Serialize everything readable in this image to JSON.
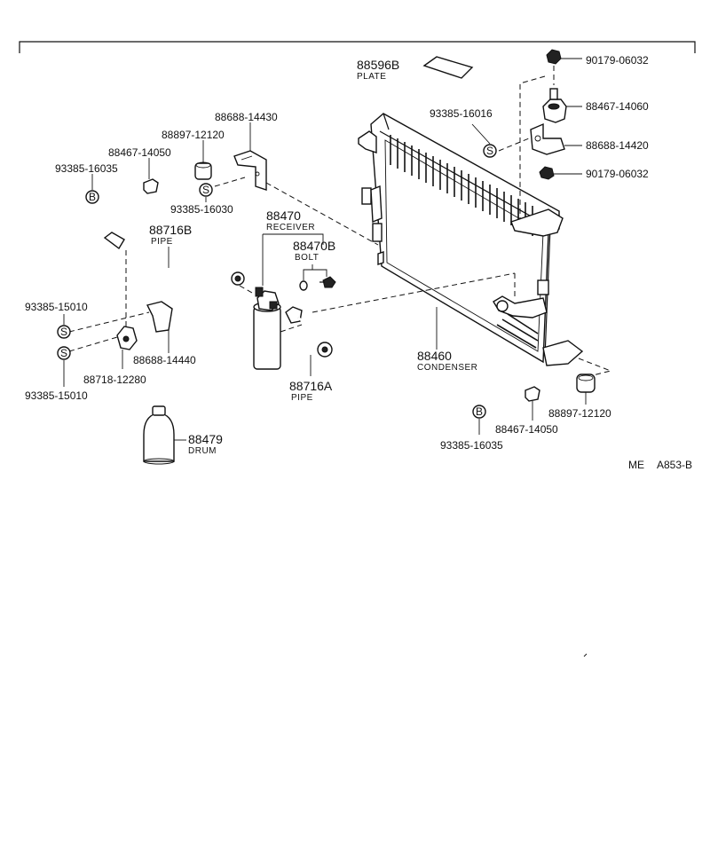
{
  "labels": {
    "p88596B": "88596B",
    "plate": "PLATE",
    "p90179_top": "90179-06032",
    "p88467_14060": "88467-14060",
    "p93385_16016": "93385-16016",
    "p88688_14420": "88688-14420",
    "p90179_mid": "90179-06032",
    "p88688_14430": "88688-14430",
    "p88897_12120_left": "88897-12120",
    "p88467_14050_left": "88467-14050",
    "p93385_16035_left": "93385-16035",
    "p93385_16030": "93385-16030",
    "p88470": "88470",
    "receiver": "RECEIVER",
    "p88470B": "88470B",
    "bolt": "BOLT",
    "p88716B": "88716B",
    "pipe_b": "PIPE",
    "p93385_15010_top": "93385-15010",
    "p88688_14440": "88688-14440",
    "p88718_12280": "88718-12280",
    "p93385_15010_bot": "93385-15010",
    "p88716A": "88716A",
    "pipe_a": "PIPE",
    "p88460": "88460",
    "condenser": "CONDENSER",
    "p88897_12120_right": "88897-12120",
    "p88467_14050_right": "88467-14050",
    "p93385_16035_right": "93385-16035",
    "p88479": "88479",
    "drum": "DRUM",
    "ref_me": "ME",
    "ref_code": "A853-B"
  },
  "markers": {
    "s": "S",
    "b": "B"
  }
}
